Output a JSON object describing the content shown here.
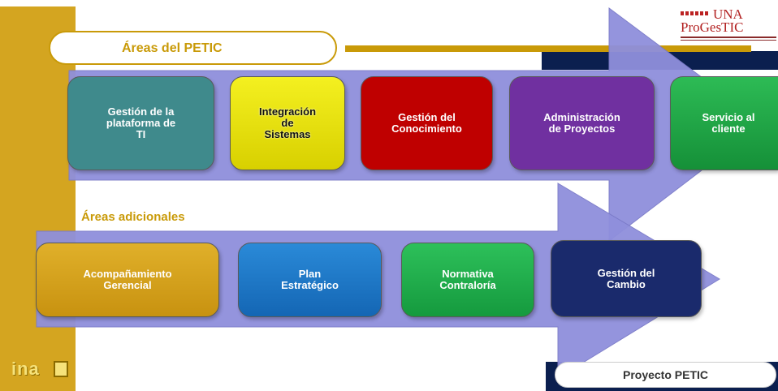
{
  "header": {
    "title": "Áreas del PETIC",
    "logo_line1": "UNA",
    "logo_line2": "ProGesTIC"
  },
  "petic_areas": [
    {
      "label": "Gestión de la\nplataforma de\nTI",
      "color": "#3f8a8c"
    },
    {
      "label": "Integración\nde\nSistemas",
      "color": "#e6e000"
    },
    {
      "label": "Gestión del\nConocimiento",
      "color": "#bf0000"
    },
    {
      "label": "Administración\nde Proyectos",
      "color": "#7030a0"
    },
    {
      "label": "Servicio al\ncliente",
      "color": "#1fa34a"
    }
  ],
  "additional": {
    "title": "Áreas adicionales",
    "items": [
      {
        "label": "Acompañamiento\nGerencial",
        "color": "#d4a017"
      },
      {
        "label": "Plan\nEstratégico",
        "color": "#1a78c8"
      },
      {
        "label": "Normativa\nContraloría",
        "color": "#1fae4a"
      },
      {
        "label": "Gestión del\nCambio",
        "color": "#1a2a6c"
      }
    ]
  },
  "footer": {
    "label": "Proyecto PETIC",
    "logo_text": "ina"
  },
  "colors": {
    "gold": "#c99a08",
    "navy": "#0b1f4f",
    "arrow": "#8f8fdc"
  }
}
